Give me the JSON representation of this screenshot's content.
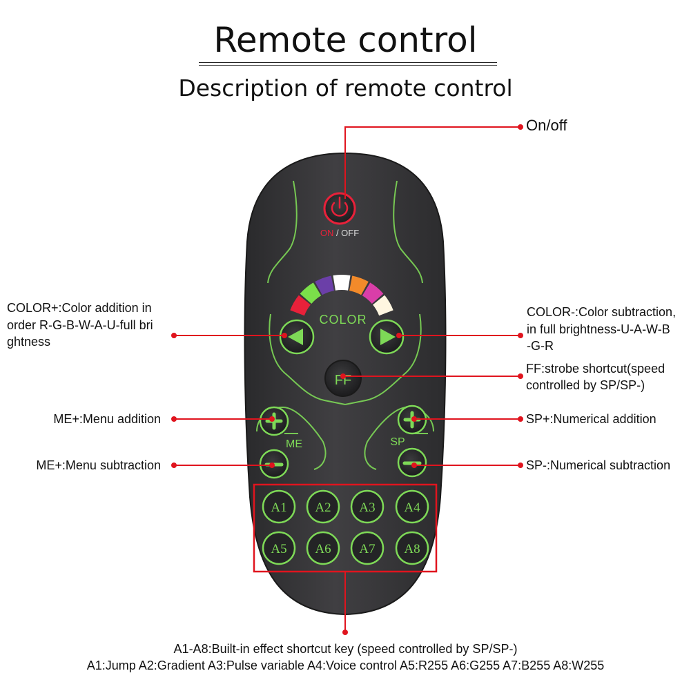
{
  "header": {
    "title": "Remote control",
    "subtitle": "Description of remote control"
  },
  "remote": {
    "power_on_text": "ON",
    "power_sep_text": " / ",
    "power_off_text": "OFF",
    "color_label": "COLOR",
    "ff_label": "FF",
    "me_label": "ME",
    "sp_label": "SP",
    "effect_keys": [
      "A1",
      "A2",
      "A3",
      "A4",
      "A5",
      "A6",
      "A7",
      "A8"
    ],
    "color_segments": [
      "#e8213a",
      "#7be04a",
      "#6b3fa8",
      "#ffffff",
      "#f28a2a",
      "#d93ea8",
      "#fff6e0"
    ]
  },
  "callouts": {
    "on_off": "On/off",
    "color_plus": [
      "COLOR+:Color addition in",
      "order R-G-B-W-A-U-full bri",
      "ghtness"
    ],
    "color_minus": [
      "COLOR-:Color subtraction,",
      "in full brightness-U-A-W-B",
      "-G-R"
    ],
    "ff": [
      "FF:strobe shortcut(speed",
      "controlled by SP/SP-)"
    ],
    "me_plus": "ME+:Menu addition",
    "me_minus": "ME+:Menu subtraction",
    "sp_plus": "SP+:Numerical addition",
    "sp_minus": "SP-:Numerical subtraction",
    "a_keys": [
      "A1-A8:Built-in effect shortcut key (speed controlled by SP/SP-)",
      "A1:Jump A2:Gradient A3:Pulse variable A4:Voice control A5:R255 A6:G255 A7:B255 A8:W255"
    ]
  },
  "colors": {
    "callout_red": "#e0141e",
    "remote_body": "#3a3a3c",
    "accent_green": "#7ed957",
    "power_red": "#e8213a"
  }
}
